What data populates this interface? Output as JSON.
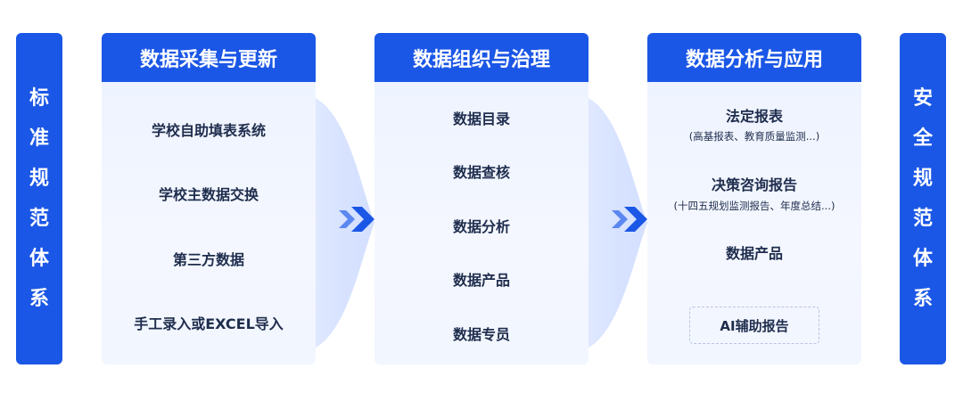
{
  "left_side": {
    "chars": [
      "标",
      "准",
      "规",
      "范",
      "体",
      "系"
    ]
  },
  "right_side": {
    "chars": [
      "安",
      "全",
      "规",
      "范",
      "体",
      "系"
    ]
  },
  "columns": [
    {
      "title": "数据采集与更新",
      "items": [
        "学校自助填表系统",
        "学校主数据交换",
        "第三方数据",
        "手工录入或EXCEL导入"
      ]
    },
    {
      "title": "数据组织与治理",
      "items": [
        "数据目录",
        "数据查核",
        "数据分析",
        "数据产品",
        "数据专员"
      ]
    },
    {
      "title": "数据分析与应用",
      "items": [
        {
          "label": "法定报表",
          "sub": "(高基报表、教育质量监测...)"
        },
        {
          "label": "决策咨询报告",
          "sub": "(十四五规划监测报告、年度总结...)"
        },
        {
          "label": "数据产品",
          "sub": ""
        }
      ],
      "badge": "AI辅助报告"
    }
  ],
  "colors": {
    "primary": "#1b57e6",
    "panel": "#eef3ff",
    "text": "#1f2d4d"
  },
  "icons": [
    "double-chevron-right-icon",
    "double-chevron-right-icon"
  ]
}
